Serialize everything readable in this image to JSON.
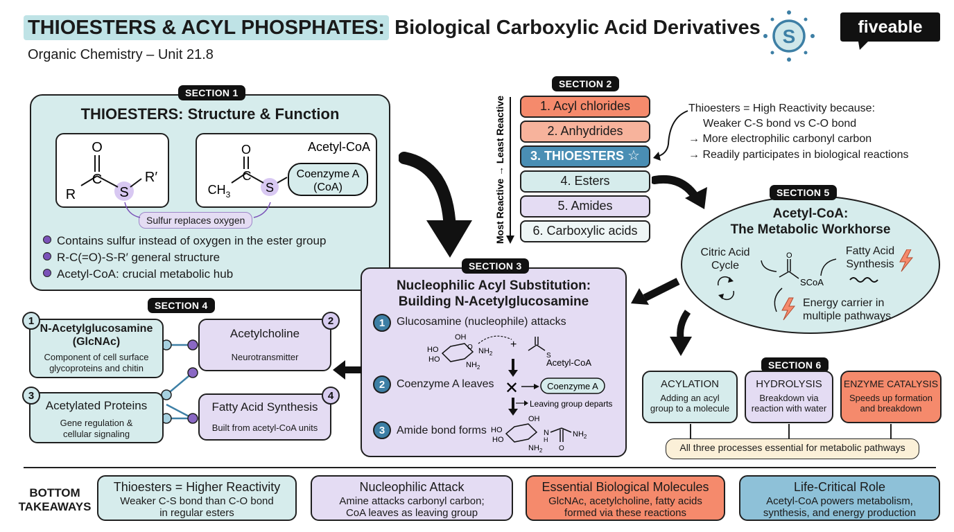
{
  "header": {
    "title_bold": "THIOESTERS & ACYL PHOSPHATES:",
    "title_rest": " Biological Carboxylic Acid Derivatives",
    "subtitle": "Organic Chemistry – Unit 21.8",
    "s_logo": "S",
    "brand": "fiveable"
  },
  "section1": {
    "badge": "SECTION 1",
    "title": "THIOESTERS: Structure & Function",
    "struct1": {
      "o": "O",
      "r": "R",
      "c": "C",
      "s": "S",
      "r2": "R′"
    },
    "struct2": {
      "label": "Acetyl-CoA",
      "o": "O",
      "ch3": "CH",
      "sub3": "3",
      "c": "C",
      "s": "S",
      "coa": "Coenzyme A",
      "coa2": "(CoA)"
    },
    "note": "Sulfur replaces oxygen",
    "bullets": [
      "Contains sulfur instead of oxygen in the ester group",
      "R-C(=O)-S-R′ general structure",
      "Acetyl-CoA: crucial metabolic hub"
    ]
  },
  "section2": {
    "badge": "SECTION 2",
    "axis": "Most Reactive → Least Reactive",
    "items": [
      "1. Acyl chlorides",
      "2. Anhydrides",
      "3. THIOESTERS",
      "4. Esters",
      "5. Amides",
      "6. Carboxylic acids"
    ],
    "star": "☆",
    "notes": [
      "Thioesters = High Reactivity because:",
      "Weaker C-S bond vs C-O bond",
      "→ More electrophilic carbonyl carbon",
      "→ Readily participates in biological reactions"
    ]
  },
  "section3": {
    "badge": "SECTION 3",
    "title1": "Nucleophilic Acyl Substitution:",
    "title2": "Building N-Acetylglucosamine",
    "steps": [
      {
        "n": "1",
        "text": "Glucosamine (nucleophile) attacks"
      },
      {
        "n": "2",
        "text": "Coenzyme A leaves"
      },
      {
        "n": "3",
        "text": "Amide bond forms"
      }
    ],
    "chem": {
      "oh": "OH",
      "ho": "HO",
      "o": "O",
      "nh2": "NH",
      "two": "2",
      "plus": "+",
      "s": "S",
      "acetyl": "Acetyl-CoA",
      "coenzyme": "Coenzyme A",
      "leaving": "Leaving group departs",
      "n": "N",
      "h": "H",
      "x": "✕"
    }
  },
  "section4": {
    "badge": "SECTION 4",
    "cards": [
      {
        "n": "1",
        "title": "N-Acetylglucosamine",
        "title2": "(GlcNAc)",
        "desc1": "Component of cell surface",
        "desc2": "glycoproteins and chitin"
      },
      {
        "n": "2",
        "title": "Acetylcholine",
        "desc1": "Neurotransmitter"
      },
      {
        "n": "3",
        "title": "Acetylated Proteins",
        "desc1": "Gene regulation &",
        "desc2": "cellular signaling"
      },
      {
        "n": "4",
        "title": "Fatty Acid Synthesis",
        "desc1": "Built from acetyl-CoA units"
      }
    ]
  },
  "section5": {
    "badge": "SECTION 5",
    "title1": "Acetyl-CoA:",
    "title2": "The Metabolic Workhorse",
    "citric1": "Citric Acid",
    "citric2": "Cycle",
    "fatty1": "Fatty Acid",
    "fatty2": "Synthesis",
    "o": "O",
    "scoa": "SCoA",
    "energy1": "Energy carrier in",
    "energy2": "multiple pathways"
  },
  "section6": {
    "badge": "SECTION 6",
    "cards": [
      {
        "title": "ACYLATION",
        "desc1": "Adding an acyl",
        "desc2": "group to a molecule"
      },
      {
        "title": "HYDROLYSIS",
        "desc1": "Breakdown via",
        "desc2": "reaction with water"
      },
      {
        "title": "ENZYME CATALYSIS",
        "desc1": "Speeds up formation",
        "desc2": "and breakdown"
      }
    ],
    "footer": "All three processes essential for metabolic pathways"
  },
  "takeaways": {
    "label1": "BOTTOM",
    "label2": "TAKEAWAYS",
    "cards": [
      {
        "title": "Thioesters = Higher Reactivity",
        "desc1": "Weaker C-S bond than C-O bond",
        "desc2": "in regular esters"
      },
      {
        "title": "Nucleophilic Attack",
        "desc1": "Amine attacks carbonyl carbon;",
        "desc2": "CoA leaves as leaving group"
      },
      {
        "title": "Essential Biological Molecules",
        "desc1": "GlcNAc, acetylcholine, fatty acids",
        "desc2": "formed via these reactions"
      },
      {
        "title": "Life-Critical Role",
        "desc1": "Acetyl-CoA powers metabolism,",
        "desc2": "synthesis, and energy production"
      }
    ]
  },
  "colors": {
    "teal": "#d6ecec",
    "lavender": "#e4dcf3",
    "coral": "#f58a6c",
    "blue": "#4a8eb4",
    "peach": "#f7b39c"
  }
}
